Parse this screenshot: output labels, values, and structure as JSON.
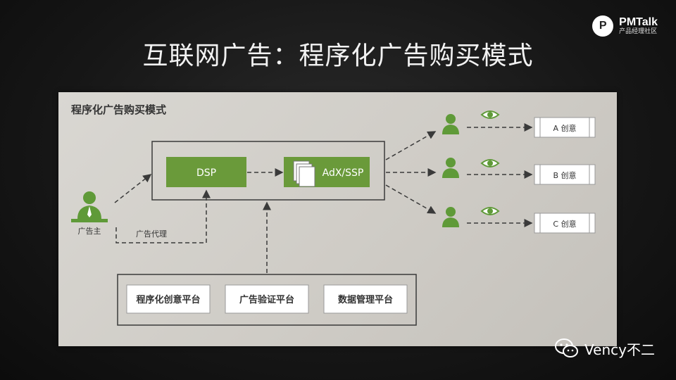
{
  "slide": {
    "title": "互联网广告：程序化广告购买模式"
  },
  "brand": {
    "name": "PMTalk",
    "subtitle": "产品经理社区",
    "logo_icon": "pmtalk-logo-icon"
  },
  "diagram": {
    "title": "程序化广告购买模式",
    "advertiser_label": "广告主",
    "agency_label": "广告代理",
    "dsp_label": "DSP",
    "adx_label": "AdX/SSP",
    "platforms": [
      "程序化创意平台",
      "广告验证平台",
      "数据管理平台"
    ],
    "creatives": [
      "A 创意",
      "B 创意",
      "C 创意"
    ],
    "colors": {
      "green_box": "#6a9a3a",
      "green_icon": "#5f9a38",
      "line": "#3a3a3a"
    }
  },
  "watermark": {
    "text": "Vency不二",
    "icon": "wechat-icon"
  }
}
